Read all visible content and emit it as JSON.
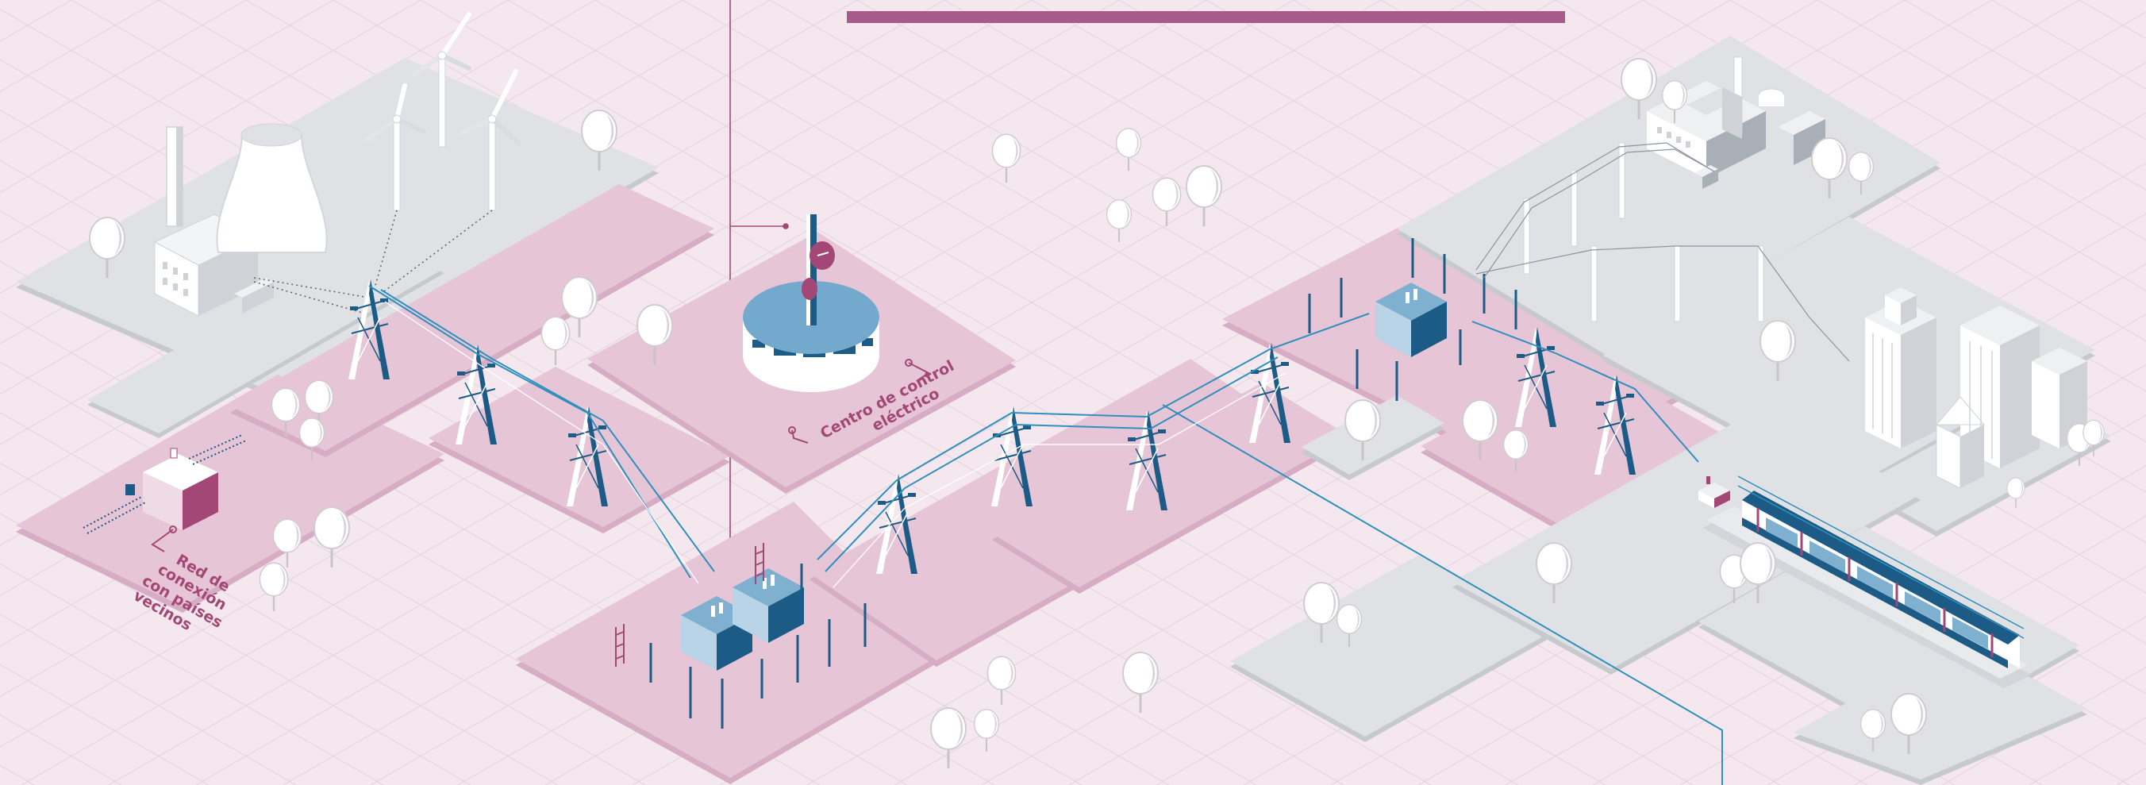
{
  "title_bar_color": "#a85a8a",
  "colors": {
    "background": "#f4e8ee",
    "grid": "#e6d3de",
    "platform_pink_top": "#e6c5d6",
    "platform_pink_side": "#d6adc4",
    "platform_grey_top": "#dfe1e4",
    "platform_grey_side": "#c6cacf",
    "building_white": "#ffffff",
    "building_shade": "#cfd3d8",
    "substation_light": "#7fb0cf",
    "substation_dark": "#1b5b86",
    "power_line": "#2f8fbd",
    "accent_magenta": "#a34876",
    "tree_white": "#ffffff"
  },
  "labels": {
    "control_center": [
      "Centro de control",
      "eléctrico"
    ],
    "interconnection": [
      "Red de",
      "conexión",
      "con países",
      "vecinos"
    ]
  },
  "icons": [
    "power-plant-icon",
    "cooling-tower-icon",
    "wind-turbine-icon",
    "transmission-tower-icon",
    "substation-icon",
    "control-center-icon",
    "factory-icon",
    "city-buildings-icon",
    "train-icon",
    "tree-icon",
    "interconnection-station-icon"
  ]
}
